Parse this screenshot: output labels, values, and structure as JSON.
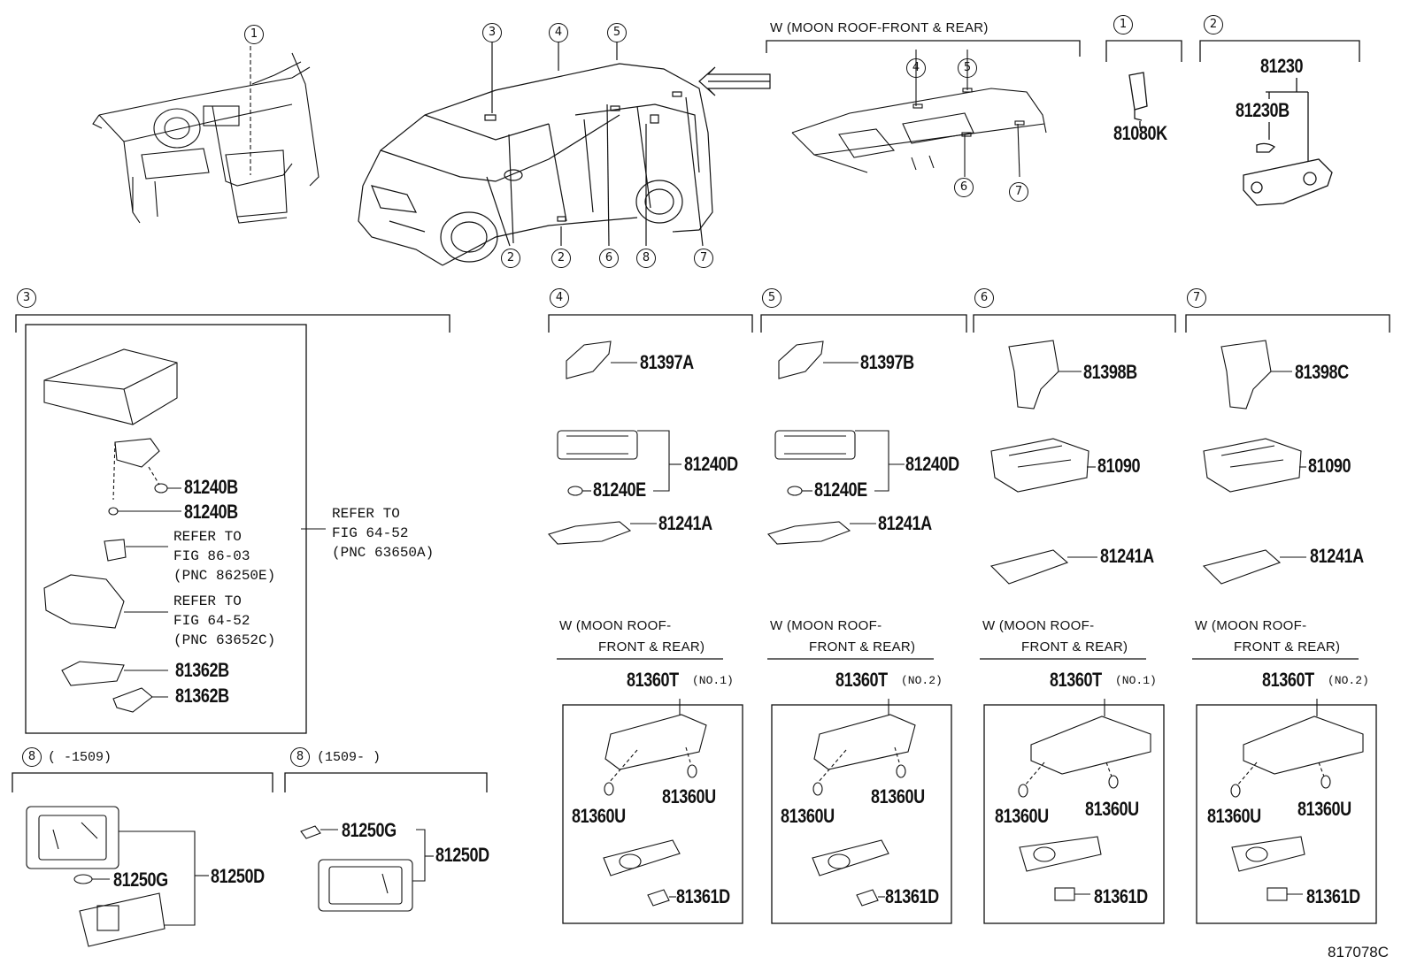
{
  "diagram_id": "817078C",
  "moon_roof_caption": "W (MOON ROOF-FRONT & REAR)",
  "sub_caption_lines": [
    "W (MOON ROOF-",
    "FRONT & REAR)"
  ],
  "vehicle_callouts": [
    "1",
    "2",
    "3",
    "4",
    "5",
    "6",
    "7",
    "8"
  ],
  "sections": {
    "s1": {
      "num": "1",
      "parts": [
        "81080K"
      ]
    },
    "s2": {
      "num": "2",
      "parts": [
        "81230",
        "81230B"
      ]
    },
    "s3": {
      "num": "3",
      "parts": [
        "81240B",
        "81240B",
        "81362B",
        "81362B"
      ],
      "refs": {
        "r1": [
          "REFER TO",
          "FIG 86-03",
          "(PNC 86250E)"
        ],
        "r2": [
          "REFER TO",
          "FIG 64-52",
          "(PNC 63652C)"
        ],
        "r3": [
          "REFER TO",
          "FIG 64-52",
          "(PNC 63650A)"
        ]
      }
    },
    "s4": {
      "num": "4",
      "parts": [
        "81397A",
        "81240D",
        "81240E",
        "81241A"
      ],
      "moon": {
        "part": "81360T",
        "note": "(NO.1)",
        "bulbs": [
          "81360U",
          "81360U"
        ],
        "lens": "81361D"
      }
    },
    "s5": {
      "num": "5",
      "parts": [
        "81397B",
        "81240D",
        "81240E",
        "81241A"
      ],
      "moon": {
        "part": "81360T",
        "note": "(NO.2)",
        "bulbs": [
          "81360U",
          "81360U"
        ],
        "lens": "81361D"
      }
    },
    "s6": {
      "num": "6",
      "parts": [
        "81398B",
        "81090",
        "81241A"
      ],
      "moon": {
        "part": "81360T",
        "note": "(NO.1)",
        "bulbs": [
          "81360U",
          "81360U"
        ],
        "lens": "81361D"
      }
    },
    "s7": {
      "num": "7",
      "parts": [
        "81398C",
        "81090",
        "81241A"
      ],
      "moon": {
        "part": "81360T",
        "note": "(NO.2)",
        "bulbs": [
          "81360U",
          "81360U"
        ],
        "lens": "81361D"
      }
    },
    "s8a": {
      "num": "8",
      "range": "(    -1509)",
      "parts": [
        "81250G",
        "81250D"
      ]
    },
    "s8b": {
      "num": "8",
      "range": "(1509-    )",
      "parts": [
        "81250G",
        "81250D"
      ]
    }
  }
}
